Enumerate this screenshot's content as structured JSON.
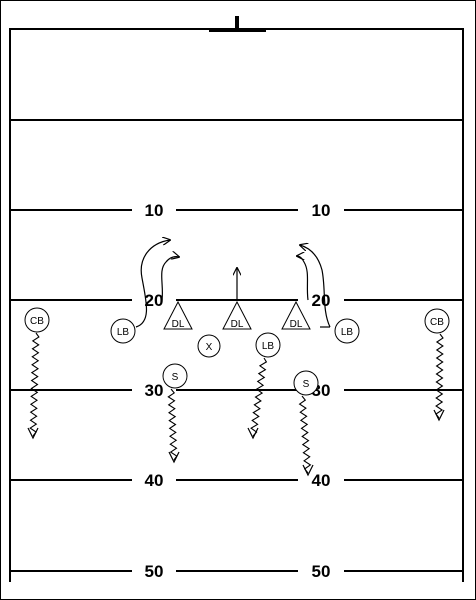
{
  "field": {
    "yard_numbers": [
      "10",
      "10",
      "20",
      "20",
      "30",
      "30",
      "40",
      "40",
      "50",
      "50"
    ]
  },
  "players": {
    "cb_left": "CB",
    "lb_left": "LB",
    "dl_left": "DL",
    "dl_center": "DL",
    "dl_right": "DL",
    "lb_right": "LB",
    "cb_right": "CB",
    "x": "X",
    "lb_middle": "LB",
    "s_left": "S",
    "s_right": "S"
  }
}
